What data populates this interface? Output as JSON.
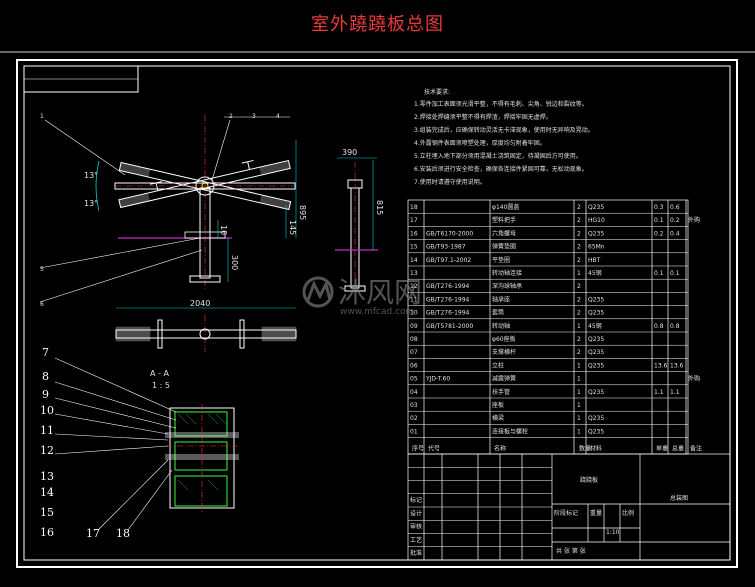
{
  "page_title": "室外蹺蹺板总图",
  "tech_req": {
    "heading": "技术要求:",
    "lines": [
      "1.零件加工表面须光滑平整，不得有毛刺、尖角、锐边和裂纹等。",
      "2.焊接处焊缝须平整不得有焊渣，焊接牢固无虚焊。",
      "3.组装完成后，应确保转动灵活无卡滞现象，使用时无异响及晃动。",
      "4.外露钢件表面须喷塑处理，厚度均匀附着牢固。",
      "5.立柱埋入地下部分须用混凝土浇筑固定，待凝固后方可使用。",
      "6.安装后须进行安全检查，确保各连接件紧固可靠，无松动现象。",
      "7.使用时请遵守使用说明。"
    ]
  },
  "dims": {
    "w390": "390",
    "h895": "895",
    "h815": "815",
    "h300": "300",
    "h145": "145",
    "h10": "10",
    "w2040": "2040",
    "a13": "13°",
    "a13b": "13°"
  },
  "section": {
    "label": "A - A",
    "scale": "1 : 5"
  },
  "balloons_top": [
    "1",
    "2",
    "3",
    "4",
    "5",
    "6"
  ],
  "balloons_left": [
    "7",
    "8",
    "9",
    "10",
    "11",
    "12",
    "13",
    "14",
    "15",
    "16",
    "17",
    "18"
  ],
  "bom": [
    {
      "no": "18",
      "std": "",
      "name": "φ140圆盖",
      "qty": "2",
      "mat": "Q235",
      "wt": "0.3",
      "tot": "0.6",
      "note": ""
    },
    {
      "no": "17",
      "std": "",
      "name": "塑料把手",
      "qty": "2",
      "mat": "HG10",
      "wt": "0.1",
      "tot": "0.2",
      "note": "外购"
    },
    {
      "no": "16",
      "std": "GB/T6170-2000",
      "name": "六角螺母",
      "qty": "2",
      "mat": "Q235",
      "wt": "0.2",
      "tot": "0.4",
      "note": ""
    },
    {
      "no": "15",
      "std": "GB/T93-1987",
      "name": "弹簧垫圈",
      "qty": "2",
      "mat": "65Mn",
      "wt": "",
      "tot": "",
      "note": ""
    },
    {
      "no": "14",
      "std": "GB/T97.1-2002",
      "name": "平垫圈",
      "qty": "2",
      "mat": "HBT",
      "wt": "",
      "tot": "",
      "note": ""
    },
    {
      "no": "13",
      "std": "",
      "name": "转动轴连接",
      "qty": "1",
      "mat": "45钢",
      "wt": "0.1",
      "tot": "0.1",
      "note": ""
    },
    {
      "no": "12",
      "std": "GB/T276-1994",
      "name": "深沟球轴承",
      "qty": "2",
      "mat": "",
      "wt": "",
      "tot": "",
      "note": ""
    },
    {
      "no": "11",
      "std": "GB/T276-1994",
      "name": "轴承座",
      "qty": "2",
      "mat": "Q235",
      "wt": "",
      "tot": "",
      "note": ""
    },
    {
      "no": "10",
      "std": "GB/T276-1994",
      "name": "套筒",
      "qty": "2",
      "mat": "Q235",
      "wt": "",
      "tot": "",
      "note": ""
    },
    {
      "no": "09",
      "std": "GB/T5781-2000",
      "name": "转动轴",
      "qty": "1",
      "mat": "45钢",
      "wt": "0.8",
      "tot": "0.8",
      "note": ""
    },
    {
      "no": "08",
      "std": "",
      "name": "φ60座板",
      "qty": "2",
      "mat": "Q235",
      "wt": "",
      "tot": "",
      "note": ""
    },
    {
      "no": "07",
      "std": "",
      "name": "支撑横杆",
      "qty": "2",
      "mat": "Q235",
      "wt": "",
      "tot": "",
      "note": ""
    },
    {
      "no": "06",
      "std": "",
      "name": "立柱",
      "qty": "1",
      "mat": "Q235",
      "wt": "13.6",
      "tot": "13.6",
      "note": ""
    },
    {
      "no": "05",
      "std": "YJD-T.60",
      "name": "减震弹簧",
      "qty": "1",
      "mat": "",
      "wt": "",
      "tot": "",
      "note": "外购"
    },
    {
      "no": "04",
      "std": "",
      "name": "扶手管",
      "qty": "1",
      "mat": "Q235",
      "wt": "1.1",
      "tot": "1.1",
      "note": ""
    },
    {
      "no": "03",
      "std": "",
      "name": "座板",
      "qty": "1",
      "mat": "",
      "wt": "",
      "tot": "",
      "note": ""
    },
    {
      "no": "02",
      "std": "",
      "name": "横梁",
      "qty": "1",
      "mat": "Q235",
      "wt": "",
      "tot": "",
      "note": ""
    },
    {
      "no": "01",
      "std": "",
      "name": "连接板与螺栓",
      "qty": "1",
      "mat": "Q235",
      "wt": "",
      "tot": "",
      "note": ""
    }
  ],
  "bom_header": {
    "no": "序号",
    "std": "代号",
    "name": "名称",
    "qty": "数量",
    "mat": "材料",
    "wt": "单重",
    "tot": "总重",
    "note": "备注"
  },
  "title_block": {
    "product_name": "跷跷板",
    "drawing_type": "总装图",
    "scale_label": "比例",
    "scale": "1:10",
    "stage_label": "阶段标记",
    "weight_label": "重量",
    "sheet_label": "共 张 第 张",
    "rows": [
      "标记",
      "设计",
      "审核",
      "工艺",
      "批准"
    ]
  },
  "watermark": {
    "brand": "沐风网",
    "url": "www.mfcad.com"
  }
}
